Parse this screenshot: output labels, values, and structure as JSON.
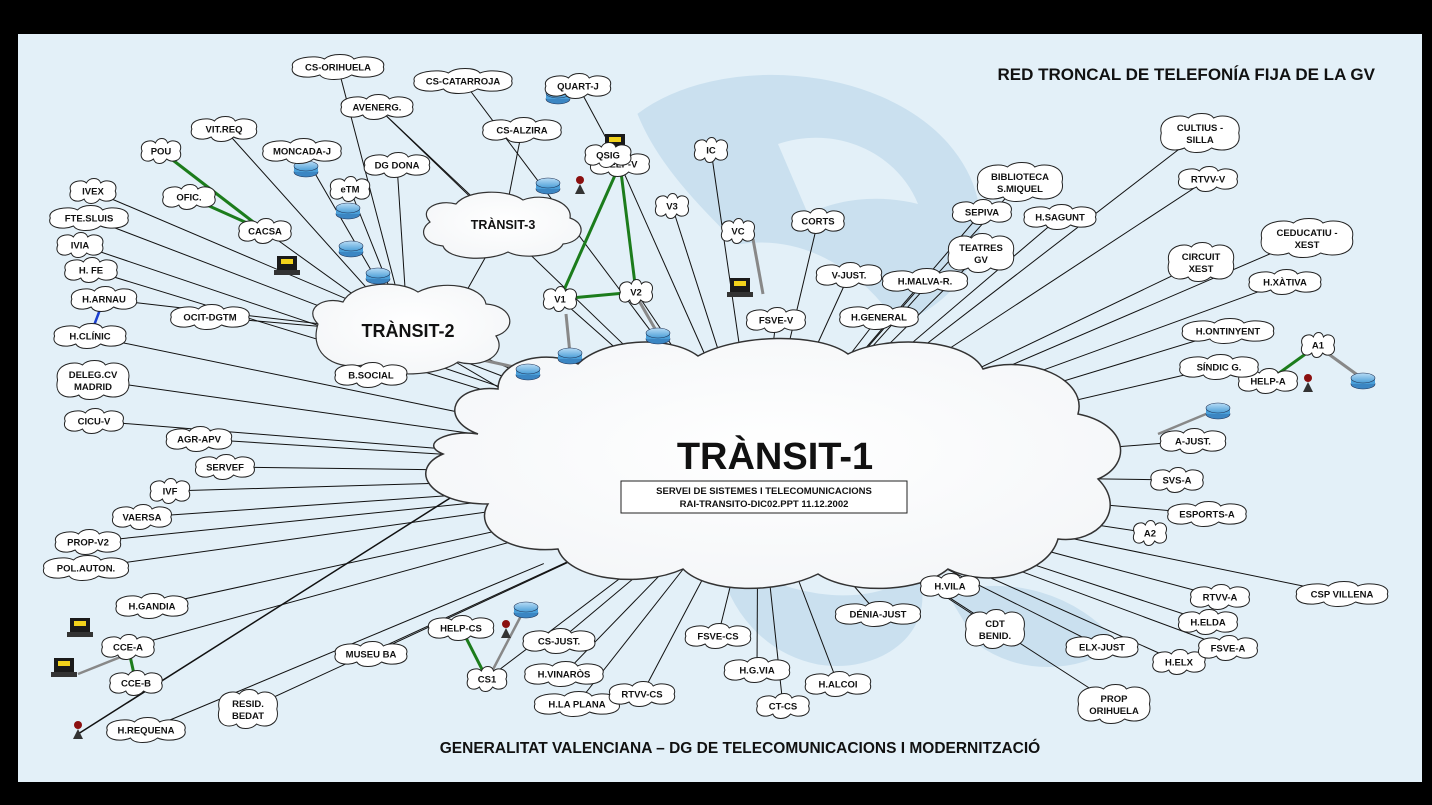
{
  "title": "RED TRONCAL DE TELEFONÍA FIJA DE LA GV",
  "footer": "GENERALITAT VALENCIANA – DG DE TELECOMUNICACIONS I MODERNITZACIÓ",
  "hubs": {
    "t1": {
      "label": "TRÀNSIT-1",
      "info1": "SERVEI DE SISTEMES  I TELECOMUNICACIONS",
      "info2": "RAI-TRANSITO-DIC02.PPT   11.12.2002"
    },
    "t2": {
      "label": "TRÀNSIT-2"
    },
    "t3": {
      "label": "TRÀNSIT-3"
    }
  },
  "nodes": [
    {
      "id": "cs-orihuela",
      "label": "CS-ORIHUELA"
    },
    {
      "id": "cs-catarroja",
      "label": "CS-CATARROJA"
    },
    {
      "id": "quart-j",
      "label": "QUART-J"
    },
    {
      "id": "avenerg",
      "label": "AVENERG."
    },
    {
      "id": "cs-alzira",
      "label": "CS-ALZIRA"
    },
    {
      "id": "vit-req",
      "label": "VIT.REQ"
    },
    {
      "id": "pou",
      "label": "POU"
    },
    {
      "id": "moncada-j",
      "label": "MONCADA-J"
    },
    {
      "id": "dg-dona",
      "label": "DG DONA"
    },
    {
      "id": "ivex",
      "label": "IVEX"
    },
    {
      "id": "ofic",
      "label": "OFIC."
    },
    {
      "id": "etm",
      "label": "eTM"
    },
    {
      "id": "fte-sluis",
      "label": "FTE.SLUIS"
    },
    {
      "id": "cacsa",
      "label": "CACSA"
    },
    {
      "id": "ivia",
      "label": "IVIA"
    },
    {
      "id": "h-fe",
      "label": "H. FE"
    },
    {
      "id": "h-arnau",
      "label": "H.ARNAU"
    },
    {
      "id": "ocit-dgtm",
      "label": "OCIT-DGTM"
    },
    {
      "id": "h-clinic",
      "label": "H.CLÍNIC"
    },
    {
      "id": "b-social",
      "label": "B.SOCIAL"
    },
    {
      "id": "deleg-cv",
      "label": "DELEG.CV",
      "label2": "MADRID"
    },
    {
      "id": "cicu-v",
      "label": "CICU-V"
    },
    {
      "id": "agr-apv",
      "label": "AGR-APV"
    },
    {
      "id": "servef",
      "label": "SERVEF"
    },
    {
      "id": "ivf",
      "label": "IVF"
    },
    {
      "id": "vaersa",
      "label": "VAERSA"
    },
    {
      "id": "prop-v2",
      "label": "PROP-V2"
    },
    {
      "id": "pol-auton",
      "label": "POL.AUTON."
    },
    {
      "id": "h-gandia",
      "label": "H.GANDIA"
    },
    {
      "id": "cce-a",
      "label": "CCE-A"
    },
    {
      "id": "cce-b",
      "label": "CCE-B"
    },
    {
      "id": "h-requena",
      "label": "H.REQUENA"
    },
    {
      "id": "resid-bedat",
      "label": "RESID.",
      "label2": "BEDAT"
    },
    {
      "id": "museu-ba",
      "label": "MUSEU BA"
    },
    {
      "id": "help-cs",
      "label": "HELP-CS"
    },
    {
      "id": "cs1",
      "label": "CS1"
    },
    {
      "id": "cs-just",
      "label": "CS-JUST."
    },
    {
      "id": "h-vinaros",
      "label": "H.VINARÒS"
    },
    {
      "id": "h-la-plana",
      "label": "H.LA PLANA"
    },
    {
      "id": "rtvv-cs",
      "label": "RTVV-CS"
    },
    {
      "id": "fsve-cs",
      "label": "FSVE-CS"
    },
    {
      "id": "h-g-via",
      "label": "H.G.VIA"
    },
    {
      "id": "ct-cs",
      "label": "CT-CS"
    },
    {
      "id": "h-alcoi",
      "label": "H.ALCOI"
    },
    {
      "id": "denia-just",
      "label": "DÉNIA-JUST"
    },
    {
      "id": "h-vila",
      "label": "H.VILA"
    },
    {
      "id": "cdt-benid",
      "label": "CDT",
      "label2": "BENID."
    },
    {
      "id": "elx-just",
      "label": "ELX-JUST"
    },
    {
      "id": "prop-orihuela",
      "label": "PROP",
      "label2": "ORIHUELA"
    },
    {
      "id": "h-elx",
      "label": "H.ELX"
    },
    {
      "id": "fsve-a",
      "label": "FSVE-A"
    },
    {
      "id": "h-elda",
      "label": "H.ELDA"
    },
    {
      "id": "rtvv-a",
      "label": "RTVV-A"
    },
    {
      "id": "csp-villena",
      "label": "CSP VILLENA"
    },
    {
      "id": "a2",
      "label": "A2"
    },
    {
      "id": "esports-a",
      "label": "ESPORTS-A"
    },
    {
      "id": "svs-a",
      "label": "SVS-A"
    },
    {
      "id": "a-just",
      "label": "A-JUST."
    },
    {
      "id": "help-a",
      "label": "HELP-A"
    },
    {
      "id": "a1",
      "label": "A1"
    },
    {
      "id": "sindic-g",
      "label": "SÍNDIC G."
    },
    {
      "id": "h-ontinyent",
      "label": "H.ONTINYENT"
    },
    {
      "id": "h-xativa",
      "label": "H.XÀTIVA"
    },
    {
      "id": "circuit-xest",
      "label": "CIRCUIT",
      "label2": "XEST"
    },
    {
      "id": "ceducatiu-xest",
      "label": "CEDUCATIU -",
      "label2": "XEST"
    },
    {
      "id": "rtvv-v",
      "label": "RTVV-V"
    },
    {
      "id": "cultius-silla",
      "label": "CULTIUS -",
      "label2": "SILLA"
    },
    {
      "id": "biblioteca",
      "label": "BIBLIOTECA",
      "label2": "S.MIQUEL"
    },
    {
      "id": "sepiva",
      "label": "SEPIVA"
    },
    {
      "id": "h-sagunt",
      "label": "H.SAGUNT"
    },
    {
      "id": "teatres-gv",
      "label": "TEATRES",
      "label2": "GV"
    },
    {
      "id": "h-malva-r",
      "label": "H.MALVA-R."
    },
    {
      "id": "h-general",
      "label": "H.GENERAL"
    },
    {
      "id": "v-just",
      "label": "V-JUST."
    },
    {
      "id": "corts",
      "label": "CORTS"
    },
    {
      "id": "fsve-v",
      "label": "FSVE-V"
    },
    {
      "id": "vc",
      "label": "VC"
    },
    {
      "id": "ic",
      "label": "IC"
    },
    {
      "id": "v3",
      "label": "V3"
    },
    {
      "id": "help-v",
      "label": "HELP-V"
    },
    {
      "id": "qsig",
      "label": "QSIG"
    },
    {
      "id": "v2",
      "label": "V2"
    },
    {
      "id": "v1",
      "label": "V1"
    }
  ]
}
